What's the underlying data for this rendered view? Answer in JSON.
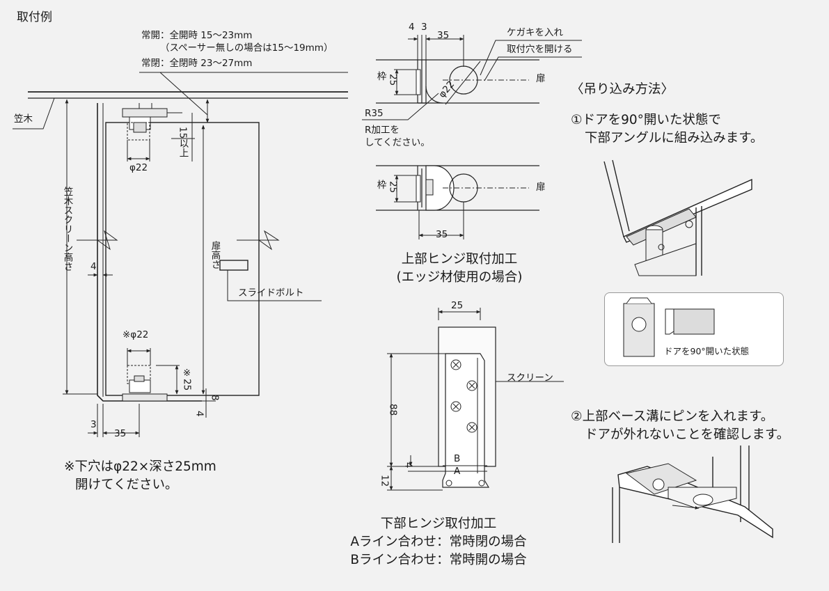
{
  "heading": "取付例",
  "left": {
    "note_open": "常開：全開時 15〜23mm",
    "note_open_sub": "（スペーサー無しの場合は15〜19mm）",
    "note_closed": "常閉：全閉時 23〜27mm",
    "kasagi": "笠木",
    "phi22_top": "φ22",
    "dim_15": "15以上",
    "kasagi_height": "笠木スクリーン高さ",
    "door_height": "扉高さ",
    "dim_4": "4",
    "slide_bolt": "スライドボルト",
    "phi22_bottom": "※φ22",
    "dim_25": "※25",
    "dim_8": "8",
    "dim_4b": "4",
    "dim_3": "3",
    "dim_35": "35",
    "footnote_line1": "※下穴はφ22×深さ25mm",
    "footnote_line2": "開けてください。"
  },
  "upper_hinge": {
    "dim_4": "4",
    "dim_3": "3",
    "dim_35": "35",
    "kegaki": "ケガキを入れ",
    "toritsuke": "取付穴を開ける",
    "waku": "枠",
    "dim_25": "25",
    "tobira": "扉",
    "phi22": "φ22",
    "r35": "R35",
    "r_note_1": "R加工を",
    "r_note_2": "してください。",
    "waku2": "枠",
    "dim_25b": "25",
    "tobira2": "扉",
    "dim_35b": "35",
    "caption_1": "上部ヒンジ取付加工",
    "caption_2": "(エッジ材使用の場合)"
  },
  "lower_hinge": {
    "dim_25": "25",
    "screen": "スクリーン",
    "dim_88": "88",
    "label_b": "B",
    "label_a": "A",
    "dim_4": "4",
    "dim_12": "12",
    "caption_1": "下部ヒンジ取付加工",
    "caption_2": "Aライン合わせ：常時閉の場合",
    "caption_3": "Bライン合わせ：常時開の場合"
  },
  "right": {
    "method": "〈吊り込み方法〉",
    "step1_line1": "①ドアを90°開いた状態で",
    "step1_line2": "下部アングルに組み込みます。",
    "panel_note": "ドアを90°開いた状態",
    "step2_line1": "②上部ベース溝にピンを入れます。",
    "step2_line2": "ドアが外れないことを確認します。"
  }
}
